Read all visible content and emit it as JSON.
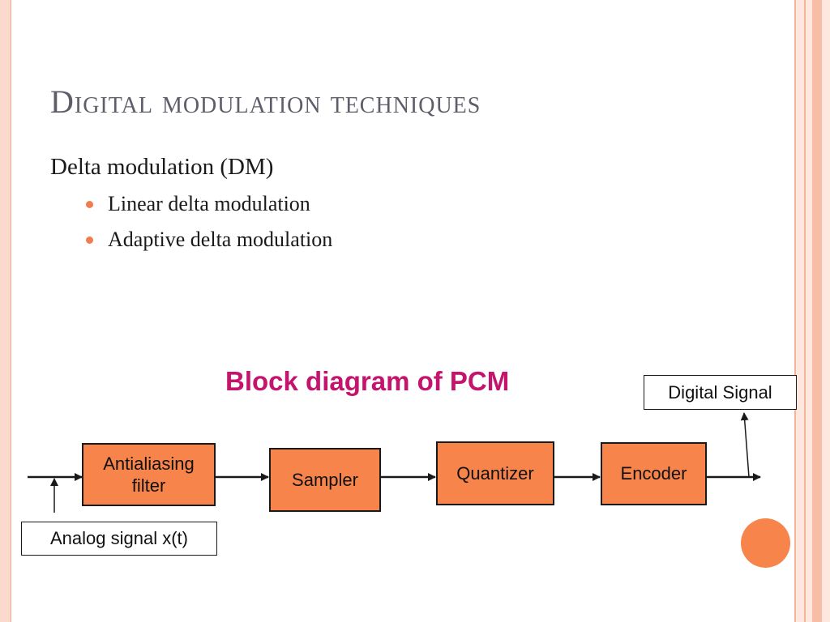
{
  "slide": {
    "title": "Digital modulation techniques",
    "subtitle": "Delta modulation (DM)",
    "bullets": [
      "Linear delta modulation",
      "Adaptive delta modulation"
    ]
  },
  "diagram": {
    "title": "Block diagram of PCM",
    "blocks": {
      "antialiasing": "Antialiasing\nfilter",
      "sampler": "Sampler",
      "quantizer": "Quantizer",
      "encoder": "Encoder"
    },
    "input_label": "Analog signal x(t)",
    "output_label": "Digital Signal"
  },
  "colors": {
    "accent": "#f7844a",
    "diagram_title": "#c4146d",
    "title": "#5e5e6a"
  }
}
